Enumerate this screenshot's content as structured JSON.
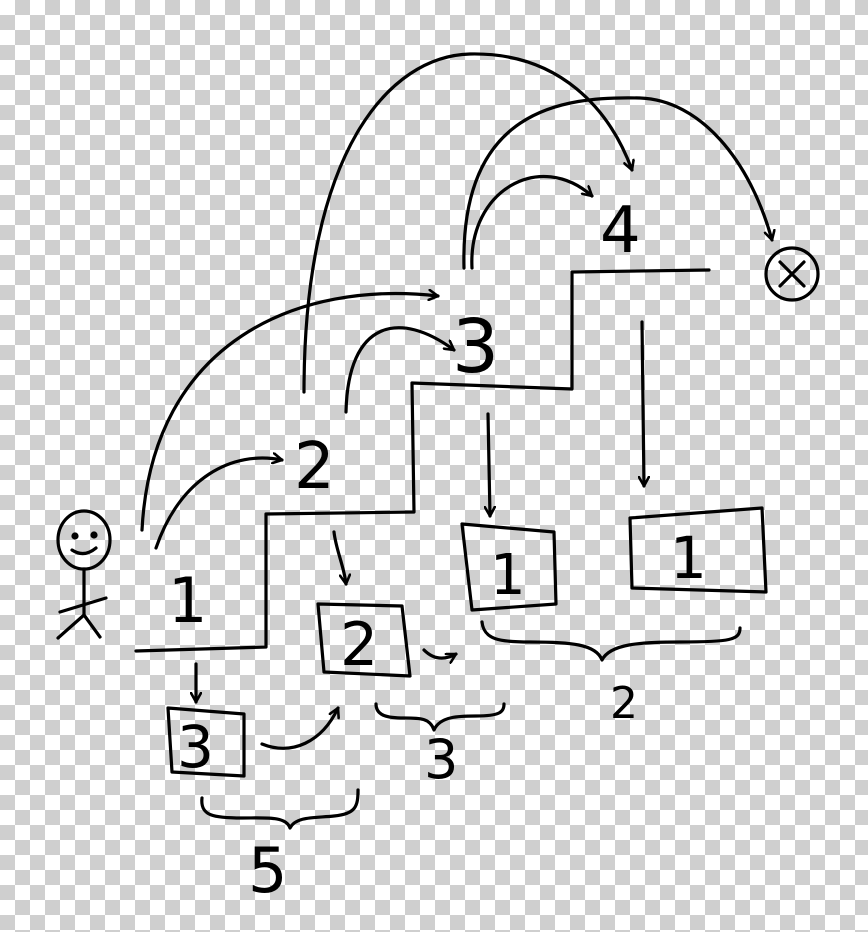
{
  "diagram": {
    "stairs": [
      {
        "label": "1"
      },
      {
        "label": "2"
      },
      {
        "label": "3"
      },
      {
        "label": "4"
      }
    ],
    "boxes": [
      {
        "label": "3"
      },
      {
        "label": "2"
      },
      {
        "label": "1"
      },
      {
        "label": "1"
      }
    ],
    "braces": [
      {
        "label": "5"
      },
      {
        "label": "3"
      },
      {
        "label": "2"
      }
    ]
  },
  "colors": {
    "ink": "#000000",
    "checker": "#cfcfcf"
  },
  "icons": [
    "stick-figure-icon",
    "crossed-circle-icon"
  ]
}
